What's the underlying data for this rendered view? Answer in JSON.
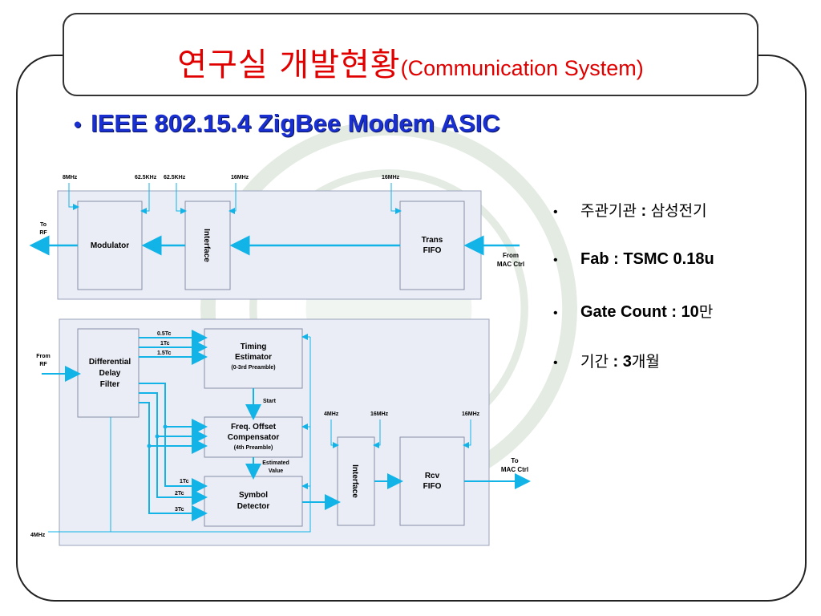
{
  "title": {
    "korean": "연구실 개발현황",
    "english": "(Communication System)"
  },
  "main_bullet": "IEEE 802.15.4 ZigBee Modem ASIC",
  "info_items": [
    {
      "label": "주관기관",
      "sep": " : ",
      "value": "삼성전기"
    },
    {
      "label": "Fab",
      "sep": " : ",
      "value": "TSMC 0.18u"
    },
    {
      "label": "Gate Count",
      "sep": " : ",
      "value": "10",
      "suffix": "만"
    },
    {
      "label": "기간",
      "sep": " : ",
      "value": "3",
      "suffix": "개월"
    }
  ],
  "tx": {
    "clocks": [
      "8MHz",
      "62.5KHz",
      "62.5KHz",
      "16MHz",
      "16MHz"
    ],
    "to_rf": [
      "To",
      "RF"
    ],
    "modulator": "Modulator",
    "interface": "Interface",
    "trans_fifo": [
      "Trans",
      "FIFO"
    ],
    "from_mac": [
      "From",
      "MAC Ctrl"
    ]
  },
  "rx": {
    "from_rf": [
      "From",
      "RF"
    ],
    "ddf": [
      "Differential",
      "Delay",
      "Filter"
    ],
    "tc_top": [
      "0.5Tc",
      "1Tc",
      "1.5Tc"
    ],
    "timing": [
      "Timing",
      "Estimator",
      "(0-3rd Preamble)"
    ],
    "start": "Start",
    "freq": [
      "Freq. Offset",
      "Compensator",
      "(4th Preamble)"
    ],
    "estimated": [
      "Estimated",
      "Value"
    ],
    "tc_bottom": [
      "1Tc",
      "2Tc",
      "3Tc"
    ],
    "symbol": [
      "Symbol",
      "Detector"
    ],
    "clocks": [
      "4MHz",
      "16MHz",
      "16MHz"
    ],
    "interface": "Interface",
    "rcv_fifo": [
      "Rcv",
      "FIFO"
    ],
    "to_mac": [
      "To",
      "MAC Ctrl"
    ],
    "clk_4mhz": "4MHz"
  },
  "colors": {
    "title_red": "#e00000",
    "bullet_blue": "#1a2fd0",
    "arrow_cyan": "#12b4e8",
    "panel_fill": "#eaedf6",
    "panel_border": "#9aa3bb"
  }
}
